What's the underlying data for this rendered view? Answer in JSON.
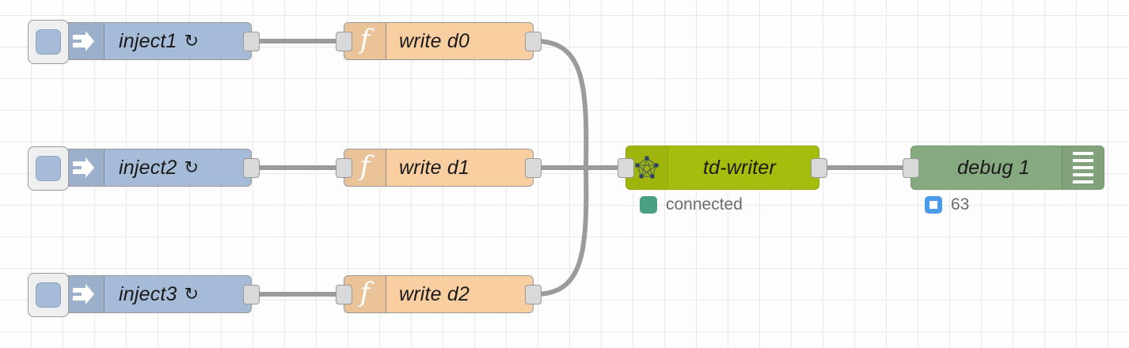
{
  "canvas": {
    "grid_size": 40,
    "background_color": "#fdfdfd",
    "grid_color": "#e9e9e9"
  },
  "palette": {
    "inject_color": "#a6bbd7",
    "function_color": "#f9cfa2",
    "tdwriter_color": "#a6bd0d",
    "debug_color": "#87a980",
    "wire_color": "#9b9b9b",
    "port_color": "#d9d9d9",
    "status_connected_color": "#4aa085",
    "status_count_color": "#4a9ae8"
  },
  "nodes": {
    "inject": [
      {
        "label": "inject1",
        "repeat_glyph": "↻",
        "icon": "inject-arrow-icon"
      },
      {
        "label": "inject2",
        "repeat_glyph": "↻",
        "icon": "inject-arrow-icon"
      },
      {
        "label": "inject3",
        "repeat_glyph": "↻",
        "icon": "inject-arrow-icon"
      }
    ],
    "function": [
      {
        "label": "write d0",
        "icon": "function-f-icon",
        "glyph": "f"
      },
      {
        "label": "write d1",
        "icon": "function-f-icon",
        "glyph": "f"
      },
      {
        "label": "write d2",
        "icon": "function-f-icon",
        "glyph": "f"
      }
    ],
    "tdwriter": {
      "label": "td-writer",
      "icon": "network-pentagon-icon",
      "status_text": "connected",
      "status_shape": "filled-square"
    },
    "debug": {
      "label": "debug 1",
      "icon": "debug-lines-icon",
      "status_text": "63",
      "status_shape": "ring-square"
    }
  }
}
